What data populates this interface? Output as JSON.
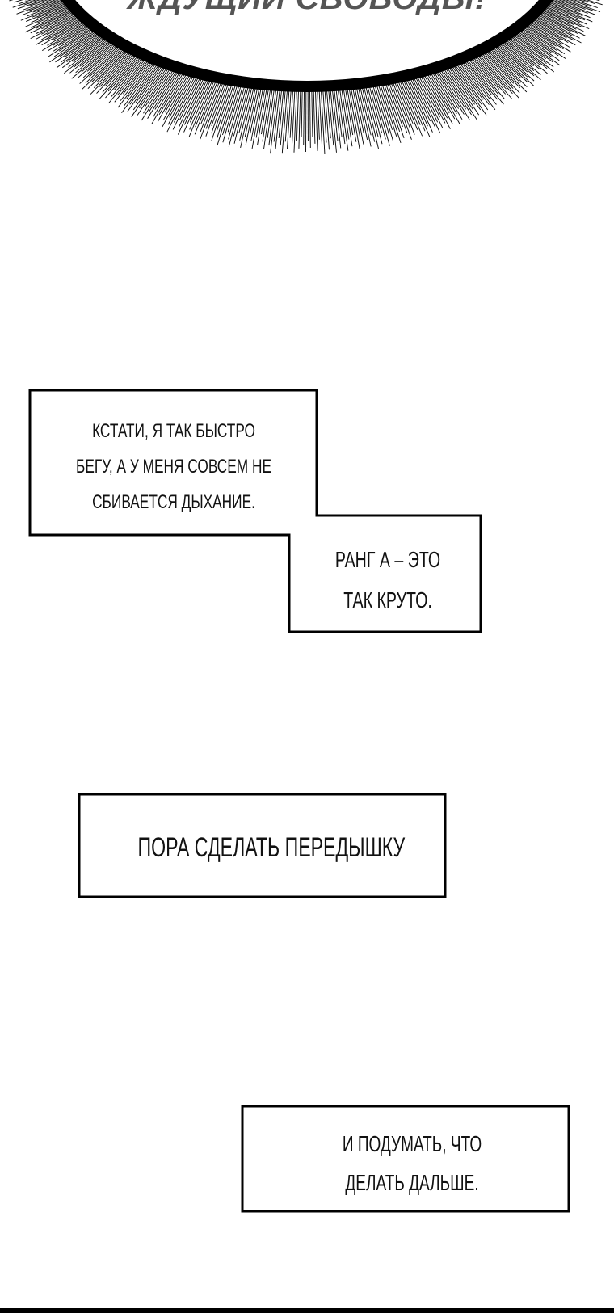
{
  "top_bubble": {
    "text": "ЖДУЩИЙ СВОБОДЫ!"
  },
  "box1": {
    "lines": [
      "КСТАТИ, Я ТАК БЫСТРО",
      "БЕГУ, А У МЕНЯ СОВСЕМ НЕ",
      "СБИВАЕТСЯ ДЫХАНИЕ."
    ]
  },
  "box2": {
    "lines": [
      "РАНГ А –  ЭТО",
      "ТАК КРУТО."
    ]
  },
  "box3": {
    "lines": [
      "ПОРА СДЕЛАТЬ ПЕРЕДЫШКУ"
    ]
  },
  "box4": {
    "lines": [
      "И ПОДУМАТЬ, ЧТО",
      "ДЕЛАТЬ ДАЛЬШЕ."
    ]
  },
  "colors": {
    "ink": "#000000",
    "shout_text": "#555555",
    "paper": "#ffffff"
  }
}
